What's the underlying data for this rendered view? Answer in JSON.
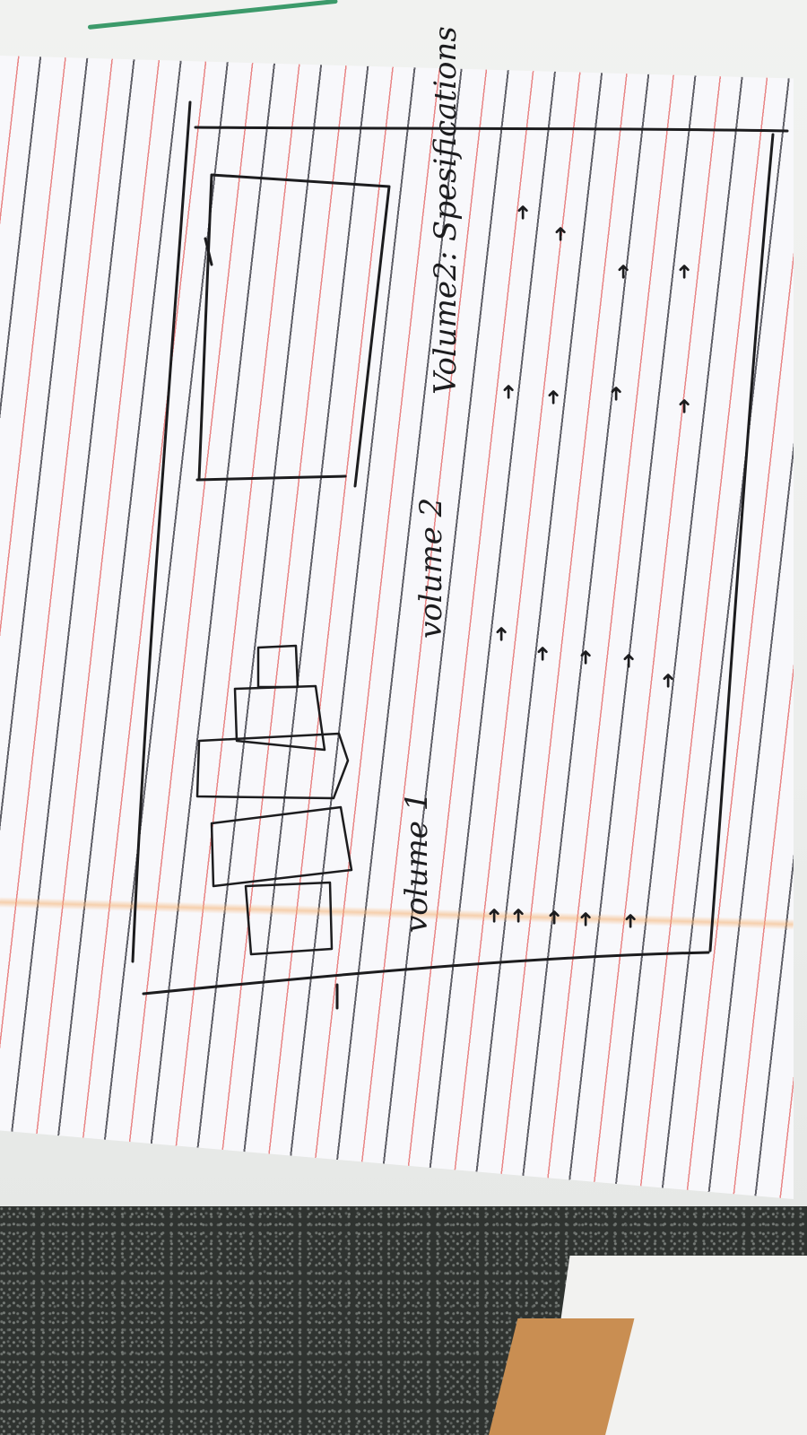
{
  "annotations": {
    "volume_1": "volume 1",
    "volume_2": "volume 2",
    "volume_2_spec": "Volume2: Spesifications"
  },
  "colors": {
    "paper": "#f8f8fb",
    "red_rule": "#e45f5f",
    "dark_rule": "#46464e",
    "ink": "#1c1c1e",
    "marker_green": "#3c9a6a"
  },
  "icons": [
    "arrow-icon"
  ]
}
